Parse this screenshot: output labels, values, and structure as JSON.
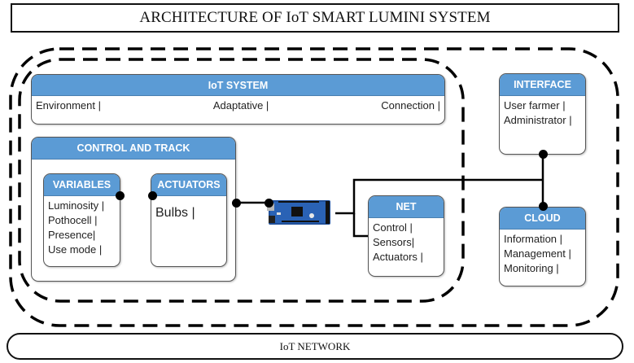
{
  "title": "ARCHITECTURE OF IoT SMART LUMINI SYSTEM",
  "network_label": "IoT NETWORK",
  "colors": {
    "header_blue": "#5b9bd5",
    "border": "#555555",
    "line": "#000000"
  },
  "iot_system": {
    "header": "IoT SYSTEM",
    "items": [
      "Environment |",
      "Adaptative |",
      "Connection |"
    ]
  },
  "control_track": {
    "header": "CONTROL AND TRACK",
    "variables": {
      "header": "VARIABLES",
      "items": [
        "Luminosity |",
        "Pothocell |",
        "Presence|",
        "Use mode |"
      ]
    },
    "actuators": {
      "header": "ACTUATORS",
      "items": [
        "Bulbs |"
      ]
    }
  },
  "microcontroller": {
    "icon": "arduino-board-icon"
  },
  "net": {
    "header": "NET",
    "items": [
      "Control |",
      "Sensors|",
      "Actuators |"
    ]
  },
  "interface": {
    "header": "INTERFACE",
    "items": [
      "User farmer |",
      "Administrator |"
    ]
  },
  "cloud": {
    "header": "CLOUD",
    "items": [
      "Information |",
      "Management |",
      "Monitoring |"
    ]
  }
}
